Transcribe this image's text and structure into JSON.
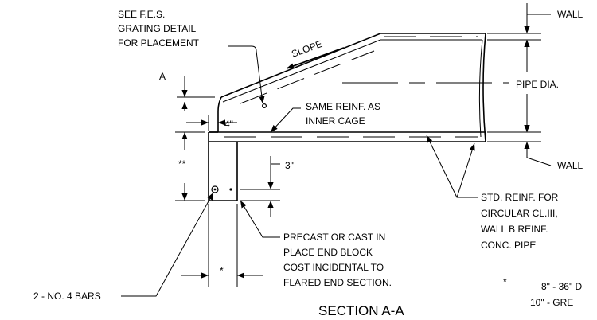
{
  "labels": {
    "fes_note": [
      "SEE F.E.S.",
      "GRATING DETAIL",
      "FOR PLACEMENT"
    ],
    "slope": "SLOPE",
    "a_mark": "A",
    "wall_top": "WALL",
    "wall_bottom": "WALL",
    "pipe_dia": "PIPE DIA.",
    "same_reinf": [
      "SAME REINF. AS",
      "INNER CAGE"
    ],
    "dim_4in": "4\"",
    "dim_3in": "3\"",
    "double_star": "**",
    "star": "*",
    "std_reinf": [
      "STD. REINF. FOR",
      "CIRCULAR CL.III,",
      "WALL B REINF.",
      "CONC. PIPE"
    ],
    "end_block": [
      "PRECAST OR CAST IN",
      "PLACE END BLOCK",
      "COST INCIDENTAL TO",
      "FLARED END SECTION."
    ],
    "bars": "2 - NO. 4 BARS",
    "section_title": "SECTION A-A",
    "footnote_star": "*",
    "footnote_lines": [
      "8\" - 36\" D",
      "10\" - GRE"
    ]
  }
}
